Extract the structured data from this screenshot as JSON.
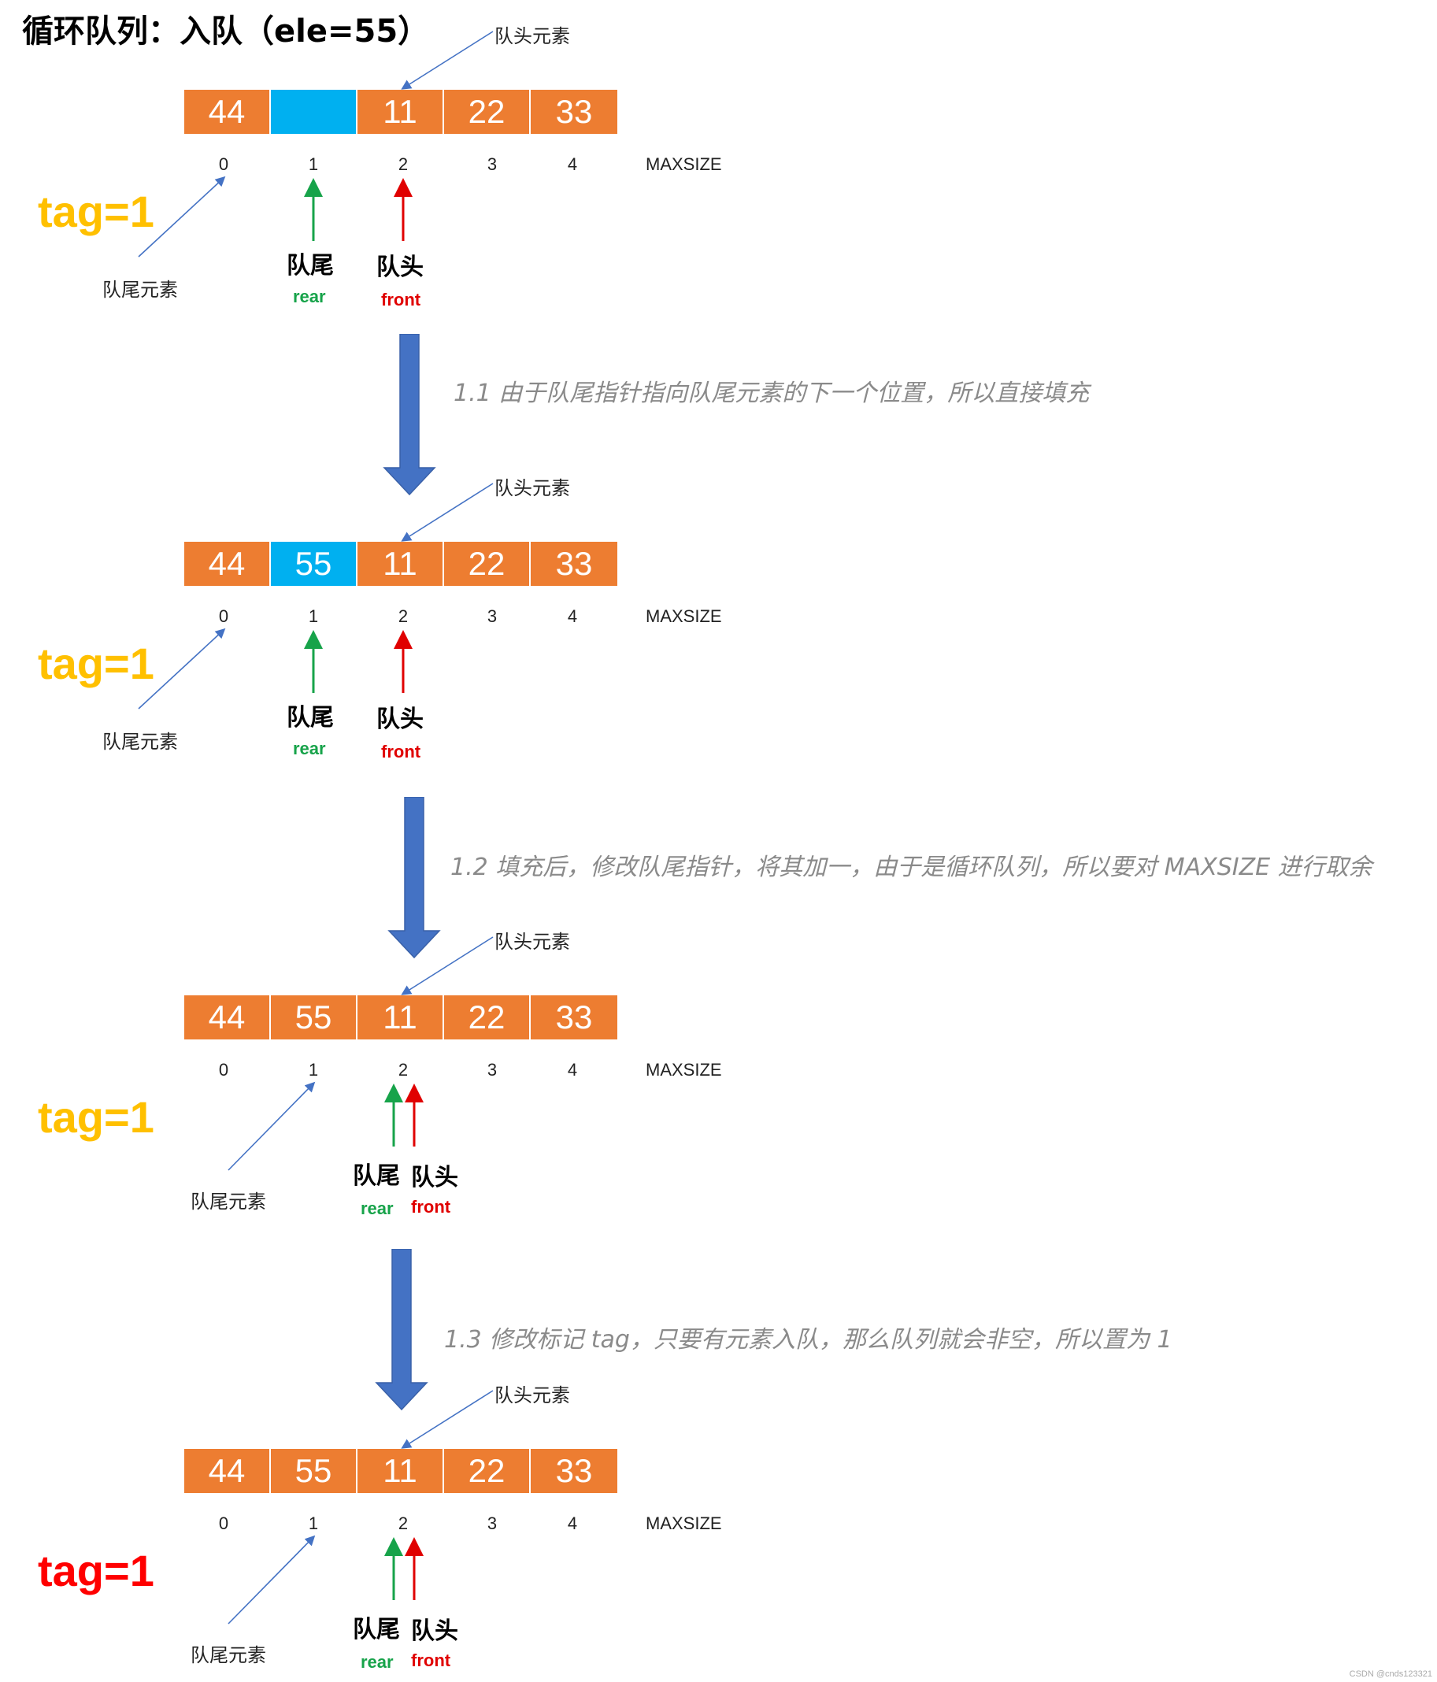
{
  "title": "循环队列：入队（ele=55）",
  "labels": {
    "head_element": "队头元素",
    "tail_element": "队尾元素",
    "rear_cn": "队尾",
    "front_cn": "队头",
    "rear_en": "rear",
    "front_en": "front",
    "maxsize": "MAXSIZE"
  },
  "colors": {
    "cell": "#ED7D31",
    "cell_highlight": "#00B0F0",
    "arrow_fill": "#4472C4",
    "callout_line": "#4472C4",
    "rear_pointer": "#17a34a",
    "front_pointer": "#e00000",
    "tag_yellow": "#FFC000",
    "tag_red": "#FF0000",
    "step_text": "#8a8a8a"
  },
  "states": [
    {
      "cells": [
        "44",
        "",
        "11",
        "22",
        "33"
      ],
      "highlight_index": 1,
      "indices": [
        "0",
        "1",
        "2",
        "3",
        "4"
      ],
      "tag": "tag=1",
      "tag_color": "yellow",
      "rear": 1,
      "front": 2,
      "tail_element_at": 0
    },
    {
      "cells": [
        "44",
        "55",
        "11",
        "22",
        "33"
      ],
      "highlight_index": 1,
      "indices": [
        "0",
        "1",
        "2",
        "3",
        "4"
      ],
      "tag": "tag=1",
      "tag_color": "yellow",
      "rear": 1,
      "front": 2,
      "tail_element_at": 0
    },
    {
      "cells": [
        "44",
        "55",
        "11",
        "22",
        "33"
      ],
      "highlight_index": -1,
      "indices": [
        "0",
        "1",
        "2",
        "3",
        "4"
      ],
      "tag": "tag=1",
      "tag_color": "yellow",
      "rear": 2,
      "front": 2,
      "tail_element_at": 1
    },
    {
      "cells": [
        "44",
        "55",
        "11",
        "22",
        "33"
      ],
      "highlight_index": -1,
      "indices": [
        "0",
        "1",
        "2",
        "3",
        "4"
      ],
      "tag": "tag=1",
      "tag_color": "red",
      "rear": 2,
      "front": 2,
      "tail_element_at": 1
    }
  ],
  "steps": [
    "1.1 由于队尾指针指向队尾元素的下一个位置，所以直接填充",
    "1.2 填充后，修改队尾指针，将其加一，由于是循环队列，所以要对 MAXSIZE 进行取余",
    "1.3 修改标记 tag，只要有元素入队，那么队列就会非空，所以置为 1"
  ],
  "watermark": "CSDN @cnds123321"
}
